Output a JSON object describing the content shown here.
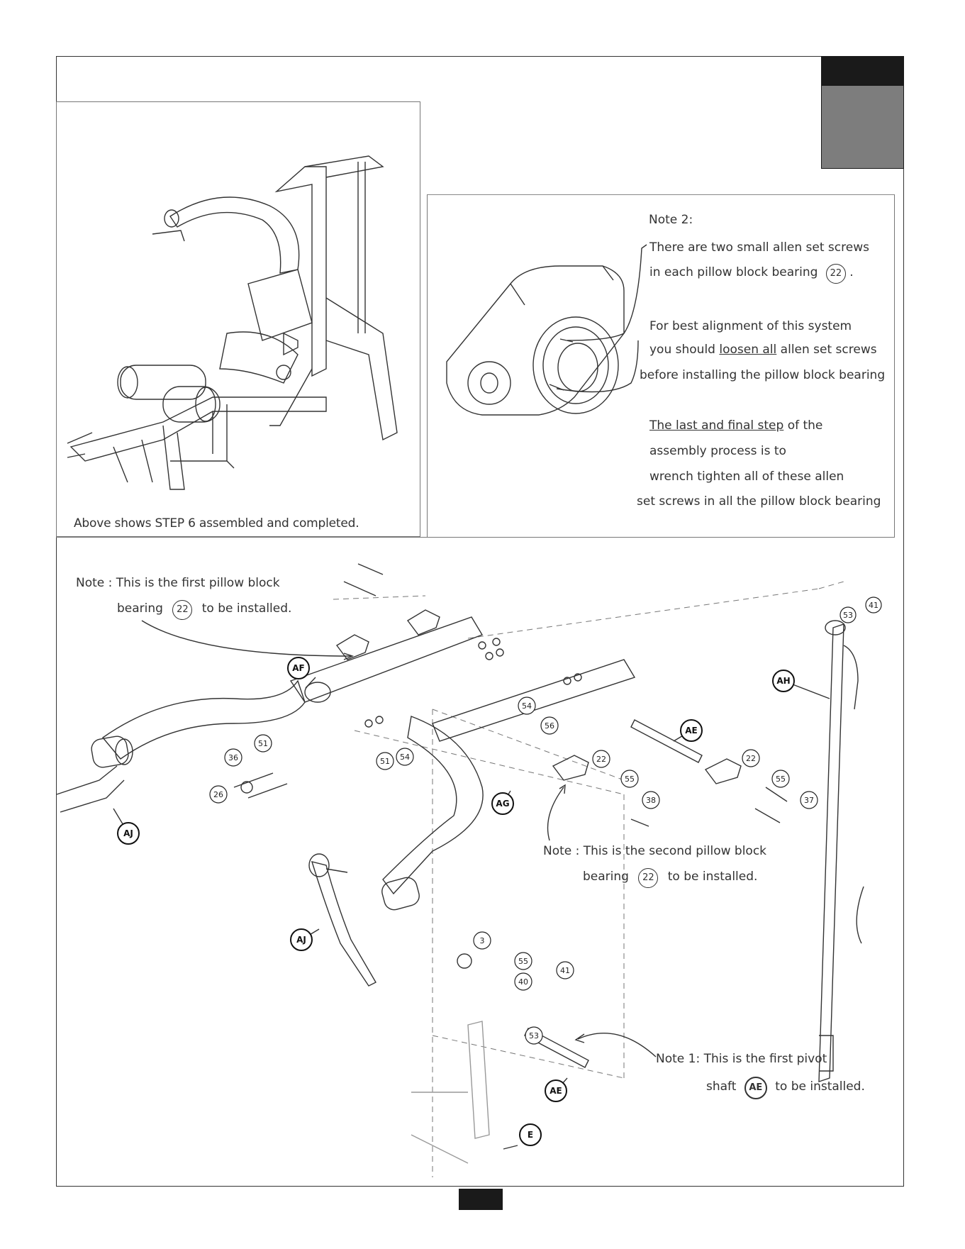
{
  "assembled_caption": "Above shows STEP 6 assembled and completed.",
  "note2": {
    "title": "Note 2:",
    "line1": "There are two small allen set screws",
    "line2a": "in each pillow block bearing",
    "line2_ref": "22",
    "line2b": ".",
    "line3": "For best alignment of this system",
    "line4a": "you should",
    "line4_u": "loosen all",
    "line4b": "allen set screws",
    "line5": "before installing the pillow block bearing",
    "line6_u": "The last and final step",
    "line6b": "of the",
    "line7": "assembly process is to",
    "line8": "wrench tighten all of these allen",
    "line9": "set screws in all the pillow block bearing"
  },
  "note_first_bearing": {
    "line1": "Note : This is the first pillow block",
    "line2a": "bearing",
    "ref": "22",
    "line2b": "to be installed."
  },
  "note_second_bearing": {
    "line1": "Note : This is the second pillow block",
    "line2a": "bearing",
    "ref": "22",
    "line2b": "to be installed."
  },
  "note1": {
    "line1": "Note 1: This is the first pivot",
    "line2a": "shaft",
    "ref": "AE",
    "line2b": "to be installed."
  },
  "part_labels": {
    "AF": "AF",
    "AG": "AG",
    "AH": "AH",
    "AJ_1": "AJ",
    "AJ_2": "AJ",
    "AE_1": "AE",
    "AE_2": "AE",
    "E": "E"
  },
  "callouts": {
    "c41a": "41",
    "c53a": "53",
    "c54a": "54",
    "c56": "56",
    "c51a": "51",
    "c54b": "54",
    "c36": "36",
    "c51b": "51",
    "c26": "26",
    "c22a": "22",
    "c55a": "55",
    "c38": "38",
    "c22b": "22",
    "c55b": "55",
    "c37": "37",
    "c3": "3",
    "c55c": "55",
    "c40": "40",
    "c41b": "41",
    "c53b": "53"
  }
}
